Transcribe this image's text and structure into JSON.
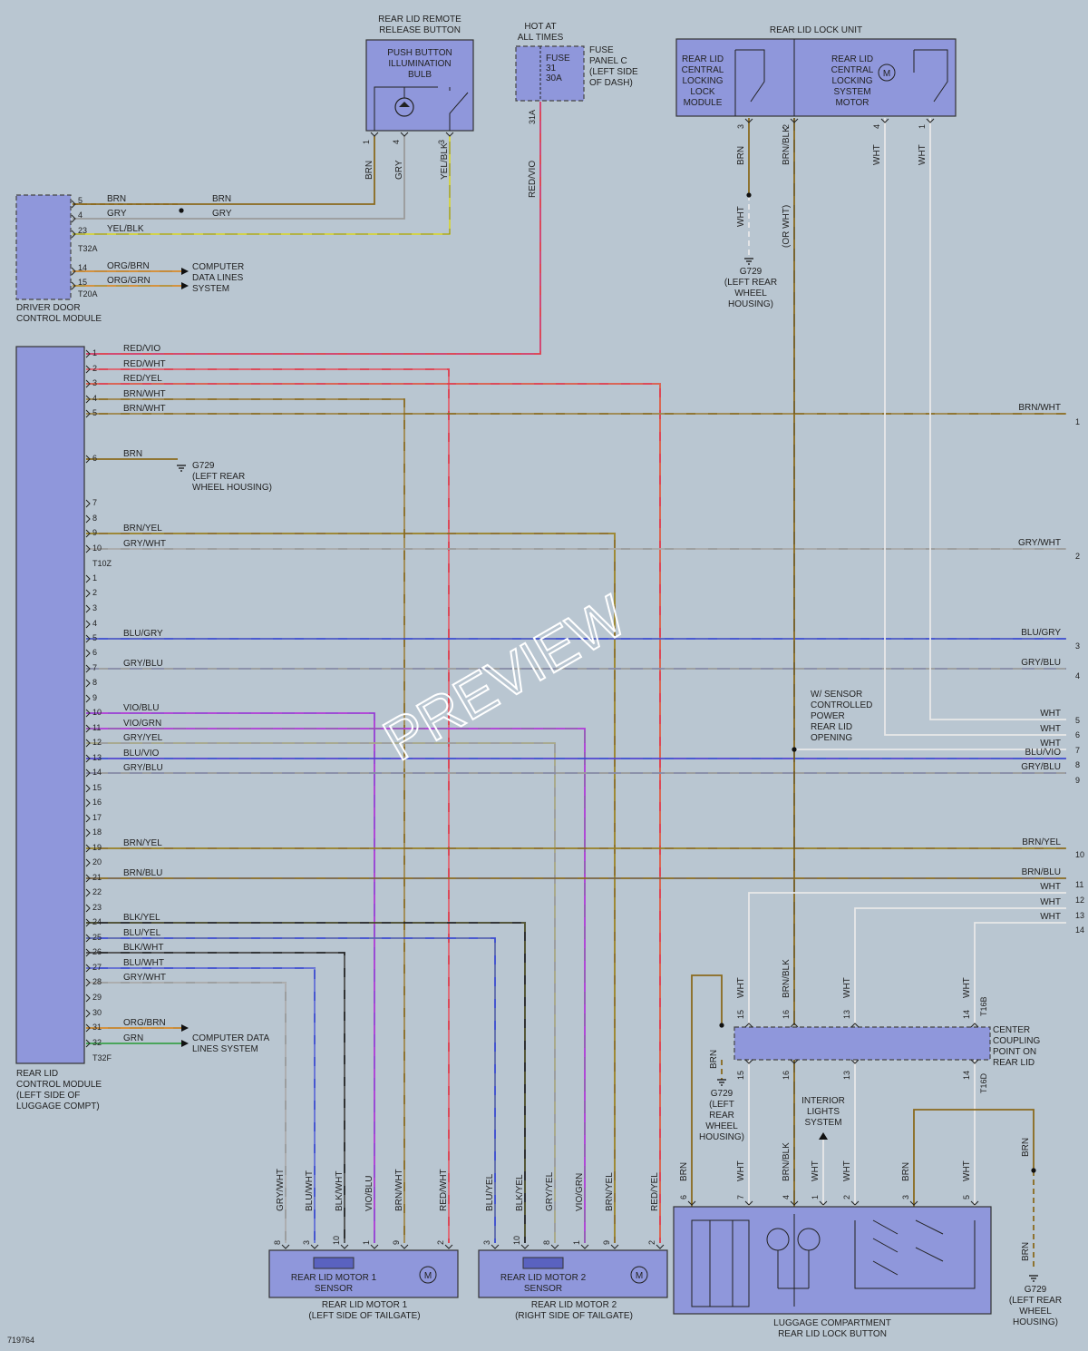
{
  "diagram_id": "719764",
  "watermark": "PREVIEW",
  "components": {
    "rear_lid_remote_release_button": "REAR LID REMOTE|RELEASE BUTTON",
    "push_button_illumination_bulb": "PUSH BUTTON|ILLUMINATION|BULB",
    "hot_at_all_times": "HOT AT|ALL TIMES",
    "fuse": "FUSE|31|30A",
    "fuse_panel_c": "FUSE|PANEL C|(LEFT SIDE|OF DASH)",
    "rear_lid_lock_unit": "REAR LID LOCK UNIT",
    "rear_lid_central_locking_lock_module": "REAR LID|CENTRAL|LOCKING|LOCK|MODULE",
    "rear_lid_central_locking_system_motor": "REAR LID|CENTRAL|LOCKING|SYSTEM|MOTOR",
    "driver_door_control_module": "DRIVER DOOR|CONTROL MODULE",
    "computer_data_lines_system_1": "COMPUTER|DATA LINES|SYSTEM",
    "computer_data_lines_system_2": "COMPUTER DATA|LINES SYSTEM",
    "g729_left_rear_wheel_housing_1": "G729|(LEFT REAR|WHEEL|HOUSING)",
    "g729_left_rear_wheel_housing_2": "G729|(LEFT REAR|WHEEL HOUSING)",
    "g729_left_rear_wheel_housing_3": "G729|(LEFT|REAR|WHEEL|HOUSING)",
    "g729_left_rear_wheel_housing_4": "G729|(LEFT REAR|WHEEL|HOUSING)",
    "rear_lid_control_module": "REAR LID|CONTROL MODULE|(LEFT SIDE OF|LUGGAGE COMPT)",
    "w_sensor_controlled_power_rear_lid_opening": "W/ SENSOR|CONTROLLED|POWER|REAR LID|OPENING",
    "center_coupling_point_on_rear_lid": "CENTER|COUPLING|POINT ON|REAR LID",
    "interior_lights_system": "INTERIOR|LIGHTS|SYSTEM",
    "rear_lid_motor_1_sensor": "REAR LID MOTOR 1|SENSOR",
    "rear_lid_motor_1": "REAR LID MOTOR 1|(LEFT SIDE OF TAILGATE)",
    "rear_lid_motor_2_sensor": "REAR LID MOTOR 2|SENSOR",
    "rear_lid_motor_2": "REAR LID MOTOR 2|(RIGHT SIDE OF TAILGATE)",
    "luggage_compartment_rear_lid_lock_button": "LUGGAGE COMPARTMENT|REAR LID LOCK BUTTON",
    "motor_symbol": "M"
  },
  "connectors": {
    "t32a": "T32A",
    "t20a": "T20A",
    "t10z": "T10Z",
    "t32f": "T32F",
    "t16b": "T16B",
    "t16d": "T16D",
    "fuse_circuit": "31A",
    "or_wht": "(OR WHT)"
  },
  "driver_door_pins": [
    {
      "pin": "5",
      "wire": "BRN",
      "wire2": "BRN"
    },
    {
      "pin": "4",
      "wire": "GRY",
      "wire2": "GRY"
    },
    {
      "pin": "23",
      "wire": "YEL/BLK",
      "wire2": ""
    },
    {
      "pin": "14",
      "wire": "ORG/BRN",
      "wire2": ""
    },
    {
      "pin": "15",
      "wire": "ORG/GRN",
      "wire2": ""
    }
  ],
  "t10z_pins": [
    {
      "pin": "1",
      "wire": "RED/VIO"
    },
    {
      "pin": "2",
      "wire": "RED/WHT"
    },
    {
      "pin": "3",
      "wire": "RED/YEL"
    },
    {
      "pin": "4",
      "wire": "BRN/WHT"
    },
    {
      "pin": "5",
      "wire": "BRN/WHT"
    },
    {
      "pin": "6",
      "wire": "BRN"
    },
    {
      "pin": "7",
      "wire": ""
    },
    {
      "pin": "8",
      "wire": ""
    },
    {
      "pin": "9",
      "wire": "BRN/YEL"
    },
    {
      "pin": "10",
      "wire": "GRY/WHT"
    }
  ],
  "t32f_pins": [
    {
      "pin": "1",
      "wire": ""
    },
    {
      "pin": "2",
      "wire": ""
    },
    {
      "pin": "3",
      "wire": ""
    },
    {
      "pin": "4",
      "wire": ""
    },
    {
      "pin": "5",
      "wire": "BLU/GRY"
    },
    {
      "pin": "6",
      "wire": ""
    },
    {
      "pin": "7",
      "wire": "GRY/BLU"
    },
    {
      "pin": "8",
      "wire": ""
    },
    {
      "pin": "9",
      "wire": ""
    },
    {
      "pin": "10",
      "wire": "VIO/BLU"
    },
    {
      "pin": "11",
      "wire": "VIO/GRN"
    },
    {
      "pin": "12",
      "wire": "GRY/YEL"
    },
    {
      "pin": "13",
      "wire": "BLU/VIO"
    },
    {
      "pin": "14",
      "wire": "GRY/BLU"
    },
    {
      "pin": "15",
      "wire": ""
    },
    {
      "pin": "16",
      "wire": ""
    },
    {
      "pin": "17",
      "wire": ""
    },
    {
      "pin": "18",
      "wire": ""
    },
    {
      "pin": "19",
      "wire": "BRN/YEL"
    },
    {
      "pin": "20",
      "wire": ""
    },
    {
      "pin": "21",
      "wire": "BRN/BLU"
    },
    {
      "pin": "22",
      "wire": ""
    },
    {
      "pin": "23",
      "wire": ""
    },
    {
      "pin": "24",
      "wire": "BLK/YEL"
    },
    {
      "pin": "25",
      "wire": "BLU/YEL"
    },
    {
      "pin": "26",
      "wire": "BLK/WHT"
    },
    {
      "pin": "27",
      "wire": "BLU/WHT"
    },
    {
      "pin": "28",
      "wire": "GRY/WHT"
    },
    {
      "pin": "29",
      "wire": ""
    },
    {
      "pin": "30",
      "wire": ""
    },
    {
      "pin": "31",
      "wire": "ORG/BRN"
    },
    {
      "pin": "32",
      "wire": "GRN"
    }
  ],
  "right_edge": [
    {
      "num": "1",
      "wire": "BRN/WHT"
    },
    {
      "num": "2",
      "wire": "GRY/WHT"
    },
    {
      "num": "3",
      "wire": "BLU/GRY"
    },
    {
      "num": "4",
      "wire": "GRY/BLU"
    },
    {
      "num": "5",
      "wire": "WHT"
    },
    {
      "num": "6",
      "wire": "WHT"
    },
    {
      "num": "7",
      "wire": "WHT"
    },
    {
      "num": "8",
      "wire": "BLU/VIO"
    },
    {
      "num": "9",
      "wire": "GRY/BLU"
    },
    {
      "num": "10",
      "wire": "BRN/YEL"
    },
    {
      "num": "11",
      "wire": "BRN/BLU"
    },
    {
      "num": "12",
      "wire": "WHT"
    },
    {
      "num": "13",
      "wire": "WHT"
    },
    {
      "num": "14",
      "wire": "WHT"
    }
  ],
  "vertical_wire_labels": {
    "remote_button": [
      "BRN",
      "GRY",
      "YEL/BLK"
    ],
    "remote_button_pins": [
      "1",
      "4",
      "3"
    ],
    "fuse_wire": "RED/VIO",
    "lock_unit": [
      "BRN",
      "BRN/BLK",
      "WHT",
      "WHT"
    ],
    "lock_unit_pins": [
      "3",
      "2",
      "4",
      "1"
    ],
    "g729_wire": "WHT",
    "coupling_top": [
      "WHT",
      "BRN/BLK",
      "WHT",
      "WHT"
    ],
    "coupling_pins": [
      "15",
      "16",
      "13",
      "14"
    ],
    "coupling_bottom_left": "BRN",
    "motor1": [
      "GRY/WHT",
      "BLU/WHT",
      "BLK/WHT",
      "VIO/BLU",
      "BRN/WHT",
      "RED/WHT"
    ],
    "motor1_pins": [
      "8",
      "3",
      "10",
      "1",
      "9",
      "2"
    ],
    "motor2": [
      "BLU/YEL",
      "BLK/YEL",
      "GRY/YEL",
      "VIO/GRN",
      "BRN/YEL",
      "RED/YEL"
    ],
    "motor2_pins": [
      "3",
      "10",
      "8",
      "1",
      "9",
      "2"
    ],
    "luggage": [
      "BRN",
      "WHT",
      "BRN/BLK",
      "WHT",
      "WHT",
      "BRN",
      "WHT"
    ],
    "luggage_pins": [
      "6",
      "7",
      "4",
      "1",
      "2",
      "3",
      "5"
    ],
    "g729_bottom": [
      "BRN",
      "BRN"
    ]
  },
  "colors": {
    "background": "#b9c6d1",
    "component": "#8f97db",
    "BRN": "#8a6a1e",
    "GRY": "#9a9a9a",
    "YEL": "#d6d43a",
    "RED": "#e03a4a",
    "ORG": "#d98a2a",
    "GRN": "#3aa04a",
    "BLU": "#3a4ad0",
    "VIO": "#b03ad6",
    "WHT": "#e8e8e8",
    "BLK": "#222222"
  }
}
